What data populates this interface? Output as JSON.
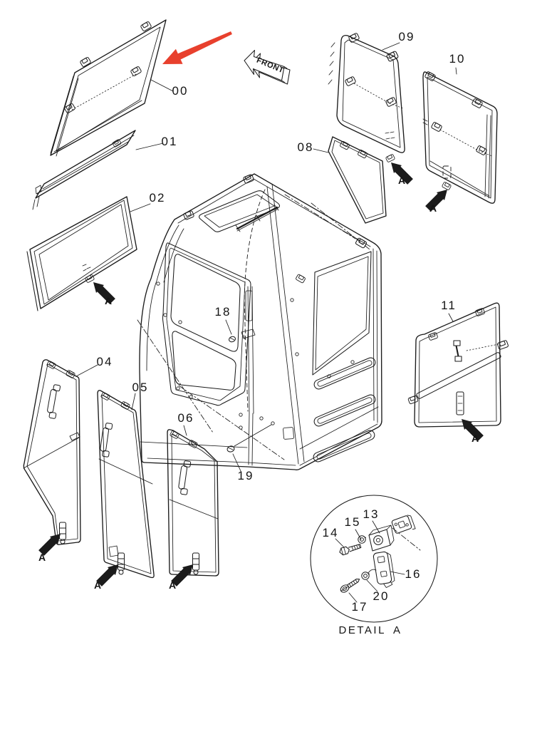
{
  "diagram": {
    "kind": "exploded parts diagram - operator cab window and cover panels",
    "colors": {
      "line": "#1b1b1b",
      "background": "#ffffff",
      "annotation_red": "#e8402d"
    },
    "direction_sign": "FRONT",
    "detail_callout": {
      "word": "DETAIL",
      "letter": "A"
    },
    "view_letter": "A",
    "red_arrow_points_to": "00",
    "parts": {
      "p00": "00",
      "p01": "01",
      "p02": "02",
      "p04": "04",
      "p05": "05",
      "p06": "06",
      "p08": "08",
      "p09": "09",
      "p10": "10",
      "p11": "11",
      "p13": "13",
      "p14": "14",
      "p15": "15",
      "p16": "16",
      "p17": "17",
      "p18": "18",
      "p19": "19",
      "p20": "20"
    }
  }
}
